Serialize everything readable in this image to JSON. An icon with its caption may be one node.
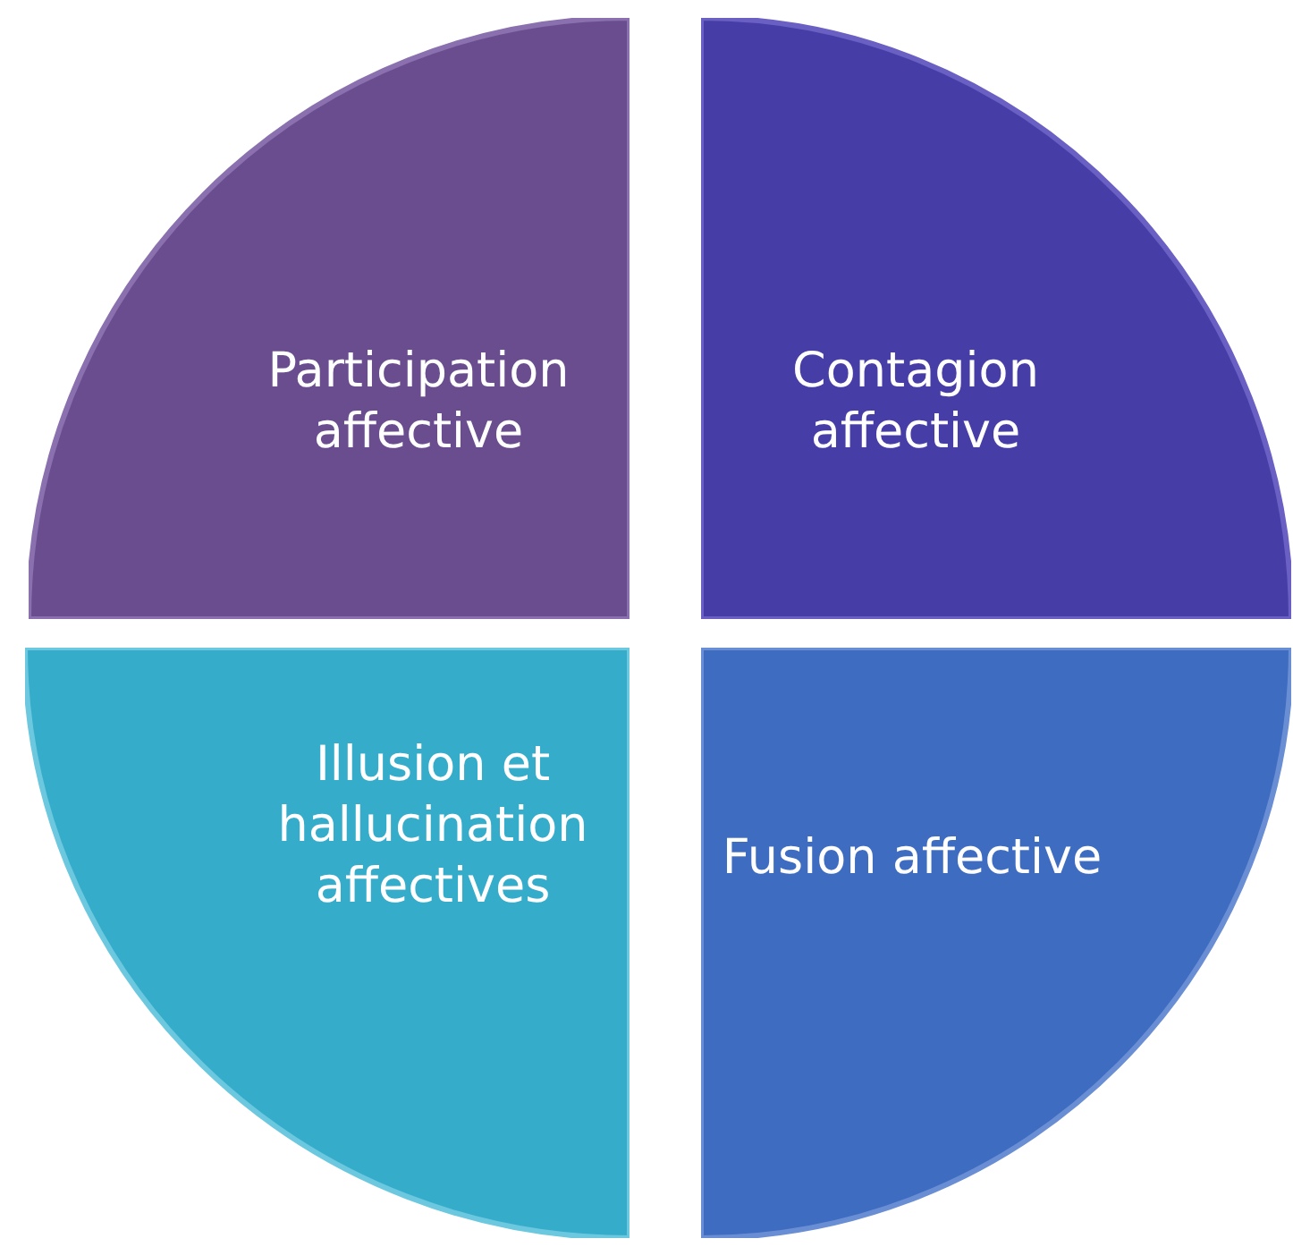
{
  "diagram": {
    "nodes": [
      {
        "text": [
          "Participation affective"
        ]
      },
      {
        "text": [
          "Contagion affective"
        ]
      },
      {
        "text": [
          "Illusion et hallucination affectives"
        ]
      },
      {
        "text": [
          "Fusion affective"
        ]
      }
    ]
  }
}
